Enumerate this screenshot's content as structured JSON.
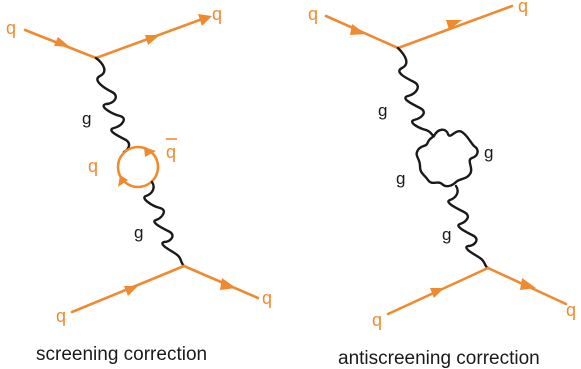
{
  "left": {
    "caption": "screening correction",
    "labels": {
      "q_top_in": "q",
      "q_top_out": "q",
      "g_upper": "g",
      "loop_q": "q",
      "loop_qbar": "q",
      "g_lower": "g",
      "q_bot_in": "q",
      "q_bot_out": "q"
    }
  },
  "right": {
    "caption": "antiscreening correction",
    "labels": {
      "q_top_in": "q",
      "q_top_out": "q",
      "g_upper": "g",
      "g_loop_right": "g",
      "g_loop_left": "g",
      "g_lower": "g",
      "q_bot_in": "q",
      "q_bot_out": "q"
    }
  },
  "colors": {
    "quark": "#f08a30",
    "gluon": "#1a1a1a",
    "text": "#1a1a1a"
  }
}
